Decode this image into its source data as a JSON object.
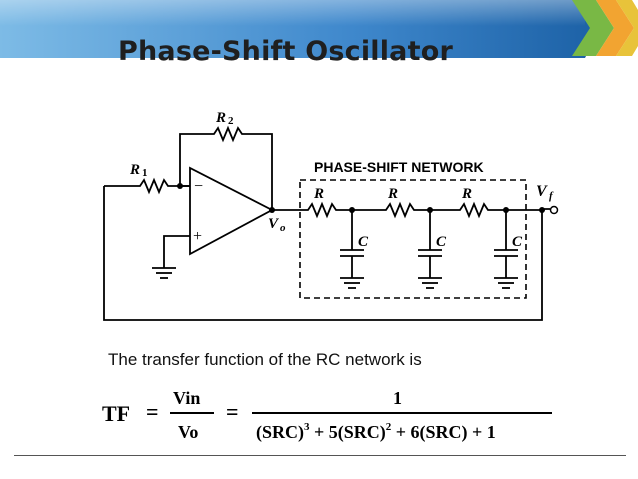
{
  "slide": {
    "title": "Phase-Shift Oscillator",
    "caption": "The transfer function of the RC network is",
    "colors": {
      "banner_light": "#5fa6dd",
      "banner_dark": "#1e63a8",
      "chevron_green": "#79b845",
      "chevron_orange": "#f2a431",
      "chevron_gold": "#e8c33a"
    }
  },
  "circuit": {
    "labels": {
      "r1": "R",
      "r1_sub": "1",
      "r2": "R",
      "r2_sub": "2",
      "minus": "−",
      "plus": "+",
      "vo": "V",
      "vo_sub": "o",
      "vf": "V",
      "vf_sub": "f",
      "network": "PHASE-SHIFT NETWORK",
      "r_a": "R",
      "r_b": "R",
      "r_c": "R",
      "c_a": "C",
      "c_b": "C",
      "c_c": "C"
    }
  },
  "formula": {
    "lhs": "TF",
    "eq1": "=",
    "num_left": "Vin",
    "den_left": "Vo",
    "eq2": "=",
    "numerator": "1",
    "denominator": {
      "a": "(SRC)",
      "a_exp": "3",
      "b": " + 5(SRC)",
      "b_exp": "2",
      "c": " + 6(SRC) + 1"
    }
  }
}
